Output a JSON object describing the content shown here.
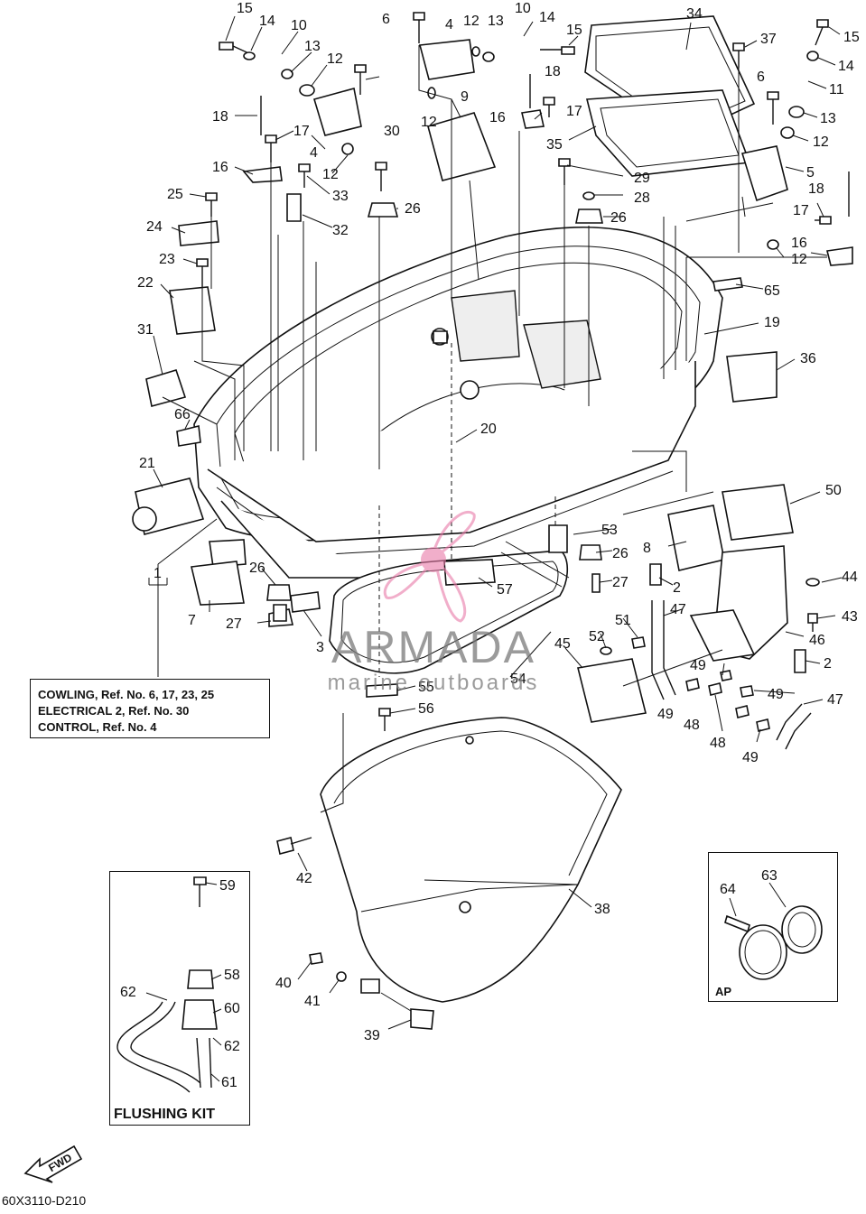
{
  "callouts": [
    "15",
    "14",
    "10",
    "13",
    "12",
    "6",
    "4",
    "12",
    "13",
    "10",
    "14",
    "15",
    "34",
    "37",
    "15",
    "14",
    "11",
    "18",
    "17",
    "4",
    "12",
    "30",
    "9",
    "12",
    "16",
    "18",
    "17",
    "35",
    "6",
    "13",
    "12",
    "5",
    "16",
    "33",
    "29",
    "28",
    "26",
    "26",
    "25",
    "24",
    "32",
    "18",
    "17",
    "16",
    "12",
    "23",
    "22",
    "65",
    "19",
    "31",
    "36",
    "66",
    "20",
    "21",
    "50",
    "53",
    "26",
    "8",
    "1",
    "26",
    "2",
    "44",
    "57",
    "27",
    "47",
    "43",
    "51",
    "52",
    "45",
    "46",
    "7",
    "27",
    "3",
    "49",
    "2",
    "49",
    "47",
    "54",
    "55",
    "49",
    "48",
    "48",
    "49",
    "56",
    "38",
    "42",
    "59",
    "58",
    "60",
    "62",
    "62",
    "61",
    "64",
    "63",
    "40",
    "41",
    "39"
  ],
  "note": {
    "lines": [
      "COWLING,  Ref. No. 6, 17, 23, 25",
      "ELECTRICAL 2, Ref. No. 30",
      "CONTROL,        Ref. No. 4"
    ]
  },
  "flushing_kit_label": "FLUSHING KIT",
  "ap_label": "AP",
  "fwd_label": "FWD",
  "figure_code": "60X3110-D210",
  "watermark": {
    "name": "ARMADA",
    "tagline": "marine outboards",
    "logo_color": "#e87aa8"
  },
  "icons": [
    "propeller-logo-icon",
    "fwd-arrow-icon"
  ]
}
